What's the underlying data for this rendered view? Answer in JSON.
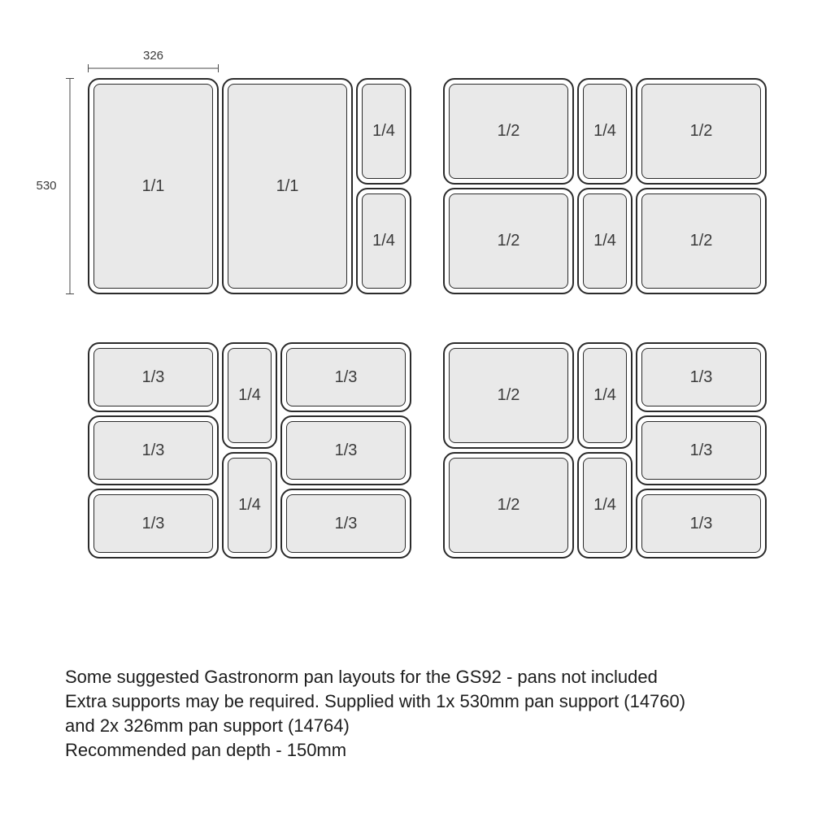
{
  "annotations": {
    "width": "326",
    "height": "530"
  },
  "colors": {
    "pan_fill": "#e9e9e9",
    "pan_border": "#2b2b2b",
    "dimension_line": "#4a4a4a",
    "text": "#1d1d1d"
  },
  "groups": [
    {
      "id": "top-left",
      "columns": [
        [
          "1/1"
        ],
        [
          "1/1"
        ],
        [
          "1/4",
          "1/4"
        ]
      ]
    },
    {
      "id": "top-right",
      "columns": [
        [
          "1/2",
          "1/2"
        ],
        [
          "1/4",
          "1/4"
        ],
        [
          "1/2",
          "1/2"
        ]
      ]
    },
    {
      "id": "bottom-left",
      "columns": [
        [
          "1/3",
          "1/3",
          "1/3"
        ],
        [
          "1/4",
          "1/4"
        ],
        [
          "1/3",
          "1/3",
          "1/3"
        ]
      ]
    },
    {
      "id": "bottom-right",
      "columns": [
        [
          "1/2",
          "1/2"
        ],
        [
          "1/4",
          "1/4"
        ],
        [
          "1/3",
          "1/3",
          "1/3"
        ]
      ]
    }
  ],
  "footer": {
    "lines": [
      "Some suggested Gastronorm pan layouts for the GS92 - pans not included",
      "Extra supports may be required. Supplied with 1x 530mm pan support (14760)",
      "and 2x 326mm pan support (14764)",
      "Recommended pan depth - 150mm"
    ]
  }
}
